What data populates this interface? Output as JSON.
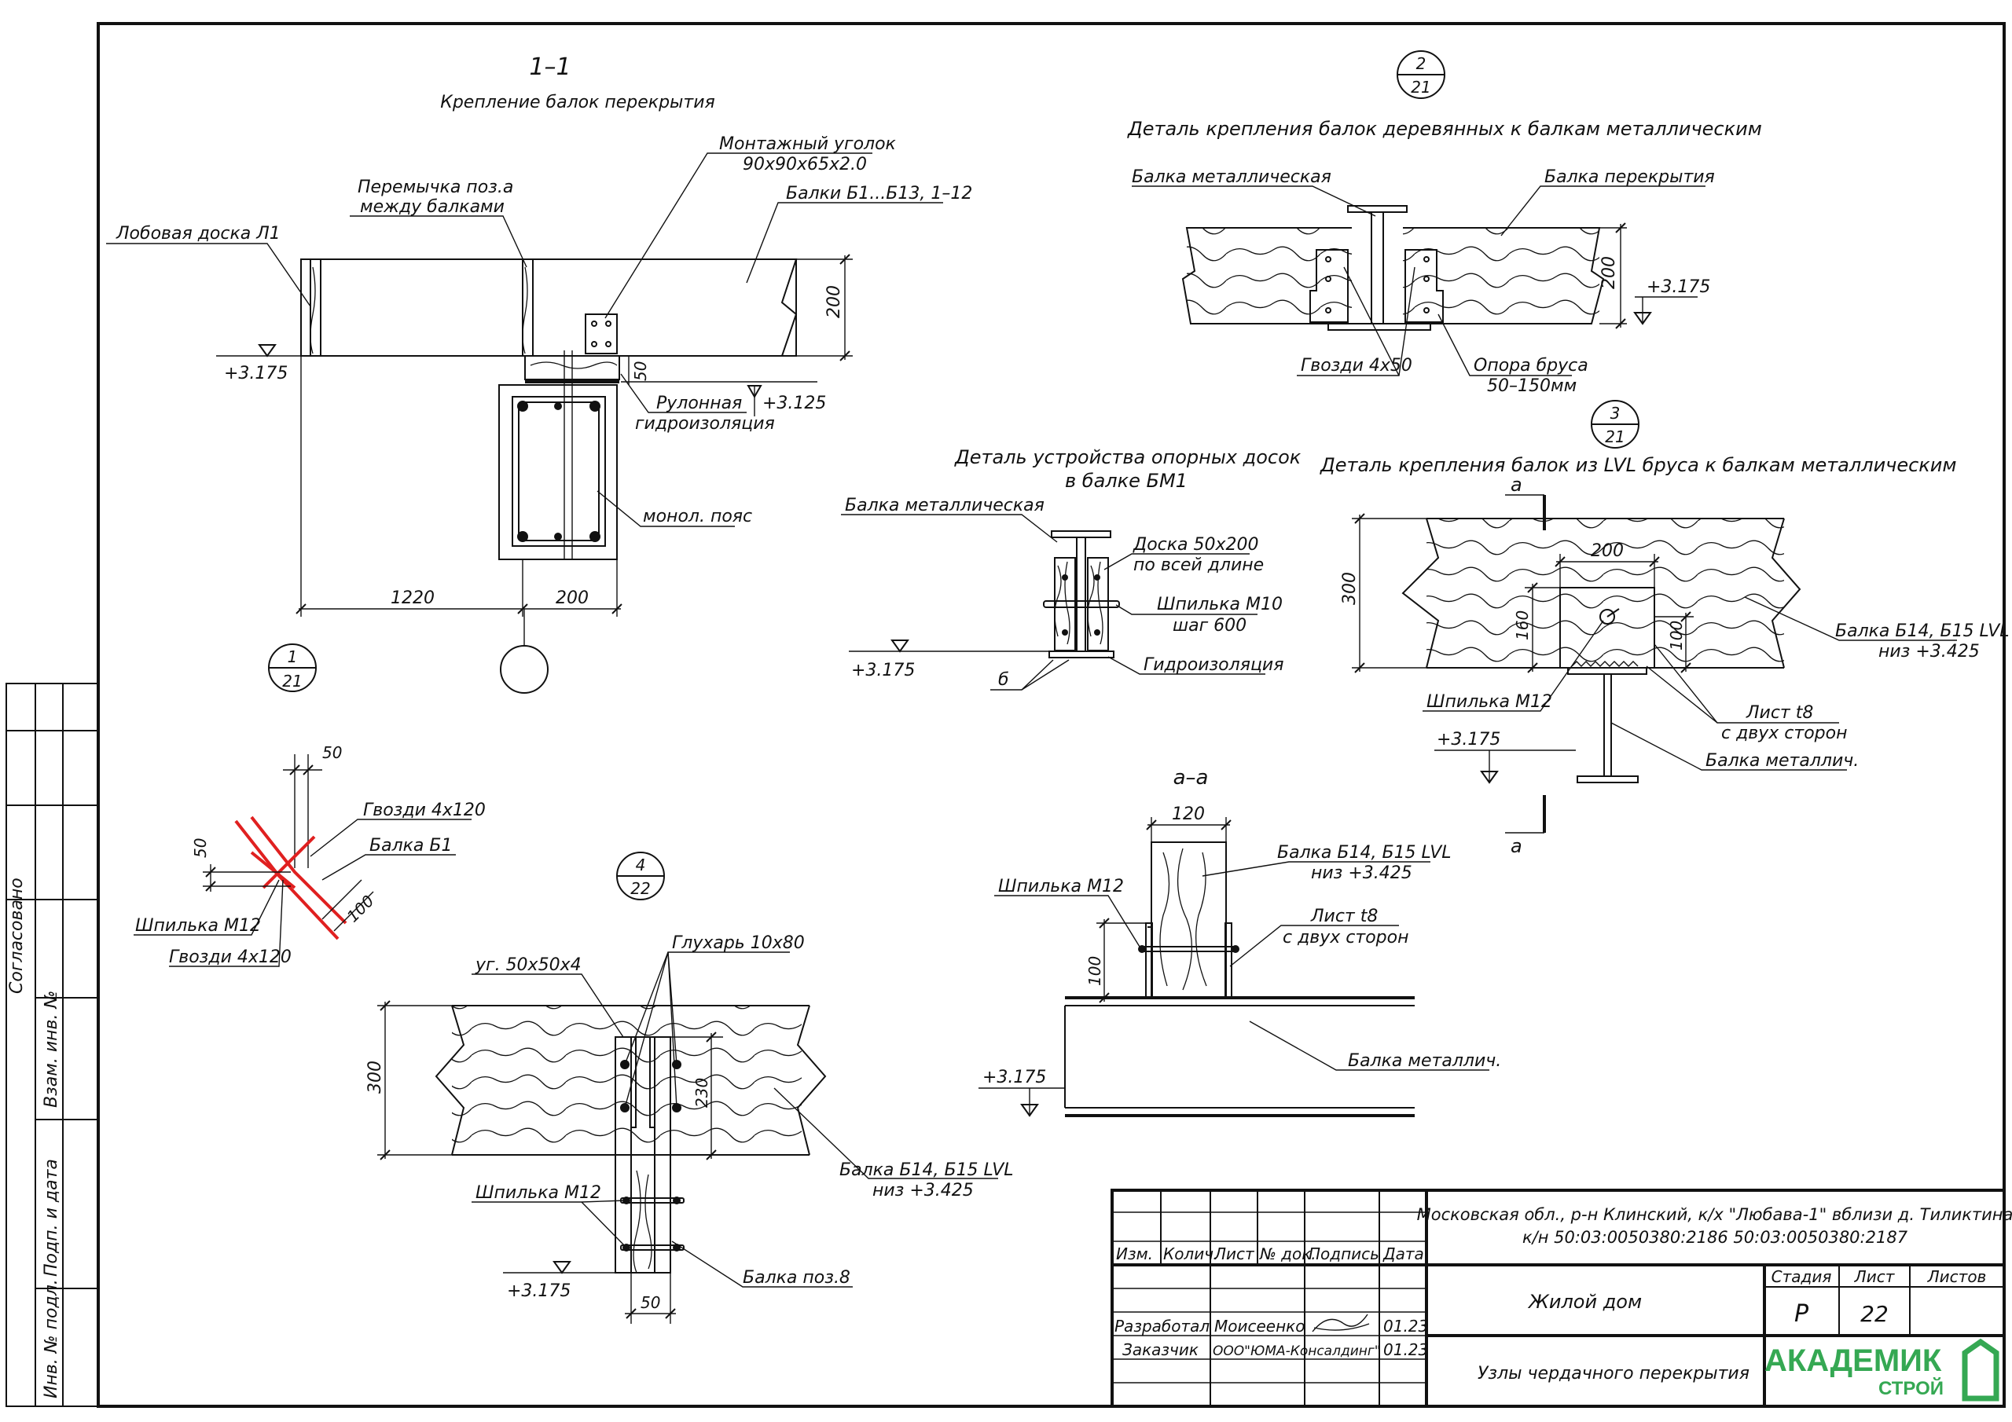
{
  "section_1_1": {
    "title": "1–1",
    "subtitle": "Крепление балок перекрытия",
    "labels": {
      "frontal_board": "Лобовая доска Л1",
      "lintel_l1": "Перемычка поз.а",
      "lintel_l2": "между балками",
      "angle_l1": "Монтажный уголок",
      "angle_l2": "90х90х65х2.0",
      "beams": "Балки Б1...Б13, 1–12",
      "roll_l1": "Рулонная",
      "roll_l2": "гидроизоляция",
      "belt": "монол. пояс"
    },
    "dims": {
      "h200": "200",
      "d50": "50",
      "d1220": "1220",
      "d200b": "200"
    },
    "levels": {
      "l1": "+3.175",
      "l2": "+3.125"
    },
    "callout": {
      "num": "1",
      "sheet": "21"
    }
  },
  "detail_2": {
    "callout": {
      "num": "2",
      "sheet": "21"
    },
    "title": "Деталь крепления балок деревянных к балкам металлическим",
    "labels": {
      "metal_beam": "Балка металлическая",
      "floor_beam": "Балка перекрытия",
      "nails": "Гвозди 4х50",
      "support_l1": "Опора бруса",
      "support_l2": "50–150мм"
    },
    "dims": {
      "h200": "200"
    },
    "levels": {
      "l1": "+3.175"
    }
  },
  "detail_support_boards": {
    "title_l1": "Деталь устройства опорных досок",
    "title_l2": "в балке БМ1",
    "labels": {
      "metal_beam": "Балка металлическая",
      "board_l1": "Доска 50х200",
      "board_l2": "по всей длине",
      "stud_l1": "Шпилька М10",
      "stud_l2": "шаг 600",
      "waterproof": "Гидроизоляция",
      "delta": "б"
    },
    "levels": {
      "l1": "+3.175"
    }
  },
  "detail_3": {
    "callout": {
      "num": "3",
      "sheet": "21"
    },
    "title": "Деталь крепления балок из LVL бруса к балкам металлическим",
    "labels": {
      "section_a_top": "а",
      "section_a_bot": "а",
      "lvl_l1": "Балка Б14, Б15 LVL",
      "lvl_l2": "низ +3.425",
      "stud": "Шпилька М12",
      "plate_l1": "Лист t8",
      "plate_l2": "с двух сторон",
      "metal_beam": "Балка металлич."
    },
    "dims": {
      "d200": "200",
      "h300": "300",
      "h160": "160",
      "h100": "100"
    },
    "levels": {
      "l1": "+3.175"
    }
  },
  "section_a_a": {
    "title": "а–а",
    "labels": {
      "stud": "Шпилька М12",
      "lvl_l1": "Балка Б14, Б15 LVL",
      "lvl_l2": "низ +3.425",
      "plate_l1": "Лист t8",
      "plate_l2": "с двух сторон",
      "metal_beam": "Балка металлич."
    },
    "dims": {
      "w120": "120",
      "h100": "100"
    },
    "levels": {
      "l1": "+3.175"
    }
  },
  "nail_detail": {
    "labels": {
      "nails1": "Гвозди 4х120",
      "beam": "Балка Б1",
      "stud": "Шпилька М12",
      "nails2": "Гвозди 4х120"
    },
    "dims": {
      "d50a": "50",
      "d50b": "50",
      "d100": "100"
    }
  },
  "detail_4": {
    "callout": {
      "num": "4",
      "sheet": "22"
    },
    "labels": {
      "angle": "уг. 50х50х4",
      "lag": "Глухарь 10х80",
      "stud": "Шпилька М12",
      "lvl_l1": "Балка Б14, Б15 LVL",
      "lvl_l2": "низ +3.425",
      "beam8": "Балка поз.8"
    },
    "dims": {
      "h300": "300",
      "h230": "230",
      "d50": "50"
    },
    "levels": {
      "l1": "+3.175"
    }
  },
  "left_strip": {
    "agreed": "Согласовано",
    "inv_no": "Взам. инв. №",
    "sign_date": "Подп. и дата",
    "inv_orig": "Инв. № подл."
  },
  "title_block": {
    "address_l1": "Московская обл., р-н Клинский, к/х \"Любава-1\" вблизи д. Тиликтина",
    "address_l2": "к/н 50:03:0050380:2186 50:03:0050380:2187",
    "headers": {
      "izm": "Изм.",
      "kol": "Колич.",
      "list": "Лист",
      "doc": "№ док.",
      "sign": "Подпись",
      "date": "Дата"
    },
    "developed_label": "Разработал",
    "developed_name": "Моисеенко",
    "developed_date": "01.23",
    "customer_label": "Заказчик",
    "customer_name": "ООО\"ЮМА-Консалдинг\"",
    "customer_date": "01.23",
    "object": "Жилой дом",
    "sheet_title": "Узлы чердачного перекрытия",
    "stage_label": "Стадия",
    "sheet_label": "Лист",
    "sheets_label": "Листов",
    "stage": "Р",
    "sheet": "22",
    "sheets": "",
    "logo_l1": "АКАДЕМИК",
    "logo_l2": "СТРОЙ",
    "logo_color": "#35a853"
  }
}
